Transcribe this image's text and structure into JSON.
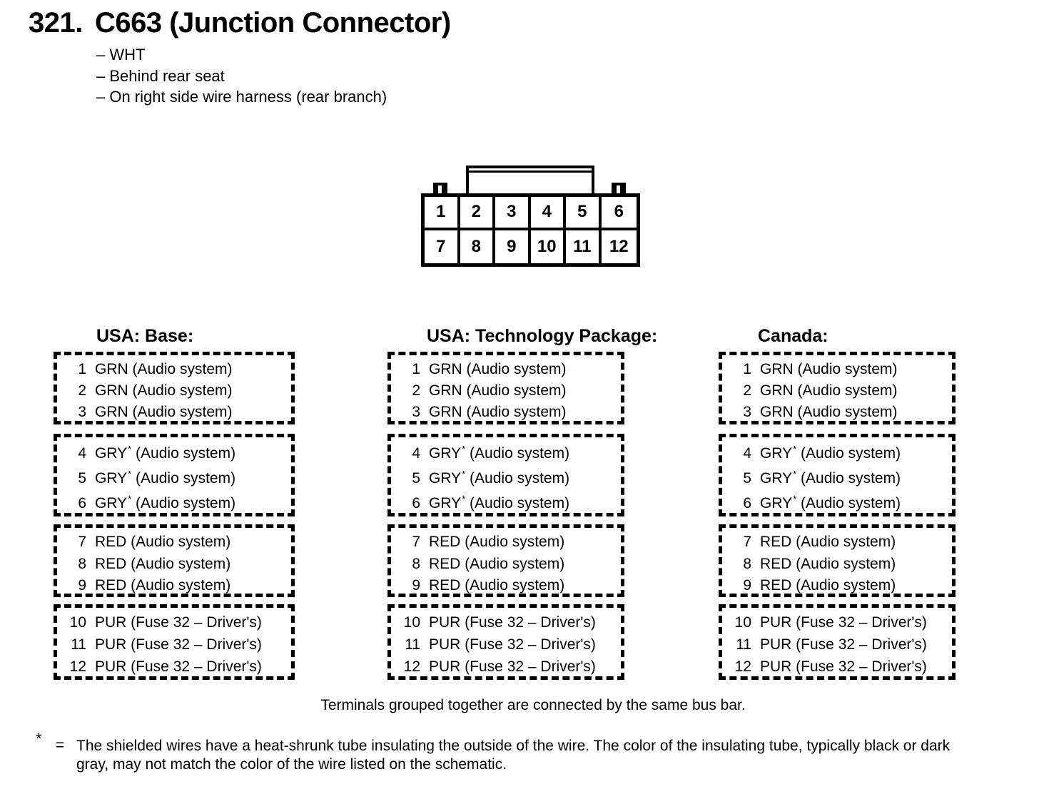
{
  "page": {
    "title_number": "321.",
    "title": "C663 (Junction Connector)",
    "bullets": [
      "– WHT",
      "– Behind rear seat",
      "– On right side wire harness (rear branch)"
    ]
  },
  "connector": {
    "pins": [
      "1",
      "2",
      "3",
      "4",
      "5",
      "6",
      "7",
      "8",
      "9",
      "10",
      "11",
      "12"
    ]
  },
  "columns": [
    {
      "header": "USA: Base:",
      "groups": [
        {
          "rows": [
            {
              "pin": "1",
              "color": "GRN",
              "star": false,
              "desc": "(Audio system)"
            },
            {
              "pin": "2",
              "color": "GRN",
              "star": false,
              "desc": "(Audio system)"
            },
            {
              "pin": "3",
              "color": "GRN",
              "star": false,
              "desc": "(Audio system)"
            }
          ]
        },
        {
          "rows": [
            {
              "pin": "4",
              "color": "GRY",
              "star": true,
              "desc": "(Audio system)"
            },
            {
              "pin": "5",
              "color": "GRY",
              "star": true,
              "desc": "(Audio system)"
            },
            {
              "pin": "6",
              "color": "GRY",
              "star": true,
              "desc": "(Audio system)"
            }
          ]
        },
        {
          "rows": [
            {
              "pin": "7",
              "color": "RED",
              "star": false,
              "desc": "(Audio system)"
            },
            {
              "pin": "8",
              "color": "RED",
              "star": false,
              "desc": "(Audio system)"
            },
            {
              "pin": "9",
              "color": "RED",
              "star": false,
              "desc": "(Audio system)"
            }
          ]
        },
        {
          "rows": [
            {
              "pin": "10",
              "color": "PUR",
              "star": false,
              "desc": "(Fuse 32 – Driver's)"
            },
            {
              "pin": "11",
              "color": "PUR",
              "star": false,
              "desc": "(Fuse 32 – Driver's)"
            },
            {
              "pin": "12",
              "color": "PUR",
              "star": false,
              "desc": "(Fuse 32 – Driver's)"
            }
          ]
        }
      ]
    },
    {
      "header": "USA: Technology Package:",
      "groups": [
        {
          "rows": [
            {
              "pin": "1",
              "color": "GRN",
              "star": false,
              "desc": "(Audio system)"
            },
            {
              "pin": "2",
              "color": "GRN",
              "star": false,
              "desc": "(Audio system)"
            },
            {
              "pin": "3",
              "color": "GRN",
              "star": false,
              "desc": "(Audio system)"
            }
          ]
        },
        {
          "rows": [
            {
              "pin": "4",
              "color": "GRY",
              "star": true,
              "desc": "(Audio system)"
            },
            {
              "pin": "5",
              "color": "GRY",
              "star": true,
              "desc": "(Audio system)"
            },
            {
              "pin": "6",
              "color": "GRY",
              "star": true,
              "desc": "(Audio system)"
            }
          ]
        },
        {
          "rows": [
            {
              "pin": "7",
              "color": "RED",
              "star": false,
              "desc": "(Audio system)"
            },
            {
              "pin": "8",
              "color": "RED",
              "star": false,
              "desc": "(Audio system)"
            },
            {
              "pin": "9",
              "color": "RED",
              "star": false,
              "desc": "(Audio system)"
            }
          ]
        },
        {
          "rows": [
            {
              "pin": "10",
              "color": "PUR",
              "star": false,
              "desc": "(Fuse 32 – Driver's)"
            },
            {
              "pin": "11",
              "color": "PUR",
              "star": false,
              "desc": "(Fuse 32 – Driver's)"
            },
            {
              "pin": "12",
              "color": "PUR",
              "star": false,
              "desc": "(Fuse 32 – Driver's)"
            }
          ]
        }
      ]
    },
    {
      "header": "Canada:",
      "groups": [
        {
          "rows": [
            {
              "pin": "1",
              "color": "GRN",
              "star": false,
              "desc": "(Audio system)"
            },
            {
              "pin": "2",
              "color": "GRN",
              "star": false,
              "desc": "(Audio system)"
            },
            {
              "pin": "3",
              "color": "GRN",
              "star": false,
              "desc": "(Audio system)"
            }
          ]
        },
        {
          "rows": [
            {
              "pin": "4",
              "color": "GRY",
              "star": true,
              "desc": "(Audio system)"
            },
            {
              "pin": "5",
              "color": "GRY",
              "star": true,
              "desc": "(Audio system)"
            },
            {
              "pin": "6",
              "color": "GRY",
              "star": true,
              "desc": "(Audio system)"
            }
          ]
        },
        {
          "rows": [
            {
              "pin": "7",
              "color": "RED",
              "star": false,
              "desc": "(Audio system)"
            },
            {
              "pin": "8",
              "color": "RED",
              "star": false,
              "desc": "(Audio system)"
            },
            {
              "pin": "9",
              "color": "RED",
              "star": false,
              "desc": "(Audio system)"
            }
          ]
        },
        {
          "rows": [
            {
              "pin": "10",
              "color": "PUR",
              "star": false,
              "desc": "(Fuse 32 – Driver's)"
            },
            {
              "pin": "11",
              "color": "PUR",
              "star": false,
              "desc": "(Fuse 32 – Driver's)"
            },
            {
              "pin": "12",
              "color": "PUR",
              "star": false,
              "desc": "(Fuse 32 – Driver's)"
            }
          ]
        }
      ]
    }
  ],
  "notes": {
    "bus_bar": "Terminals grouped together are connected by the same bus bar.",
    "footnote_symbol": "*",
    "footnote_equals": "=",
    "footnote_line1": "The shielded wires have a heat-shrunk tube insulating the outside of the wire.  The color of the insulating tube, typically black or dark",
    "footnote_line2": "gray, may not match the color of the wire listed on the schematic."
  },
  "colors": {
    "ink": "#000000",
    "paper": "#ffffff"
  }
}
